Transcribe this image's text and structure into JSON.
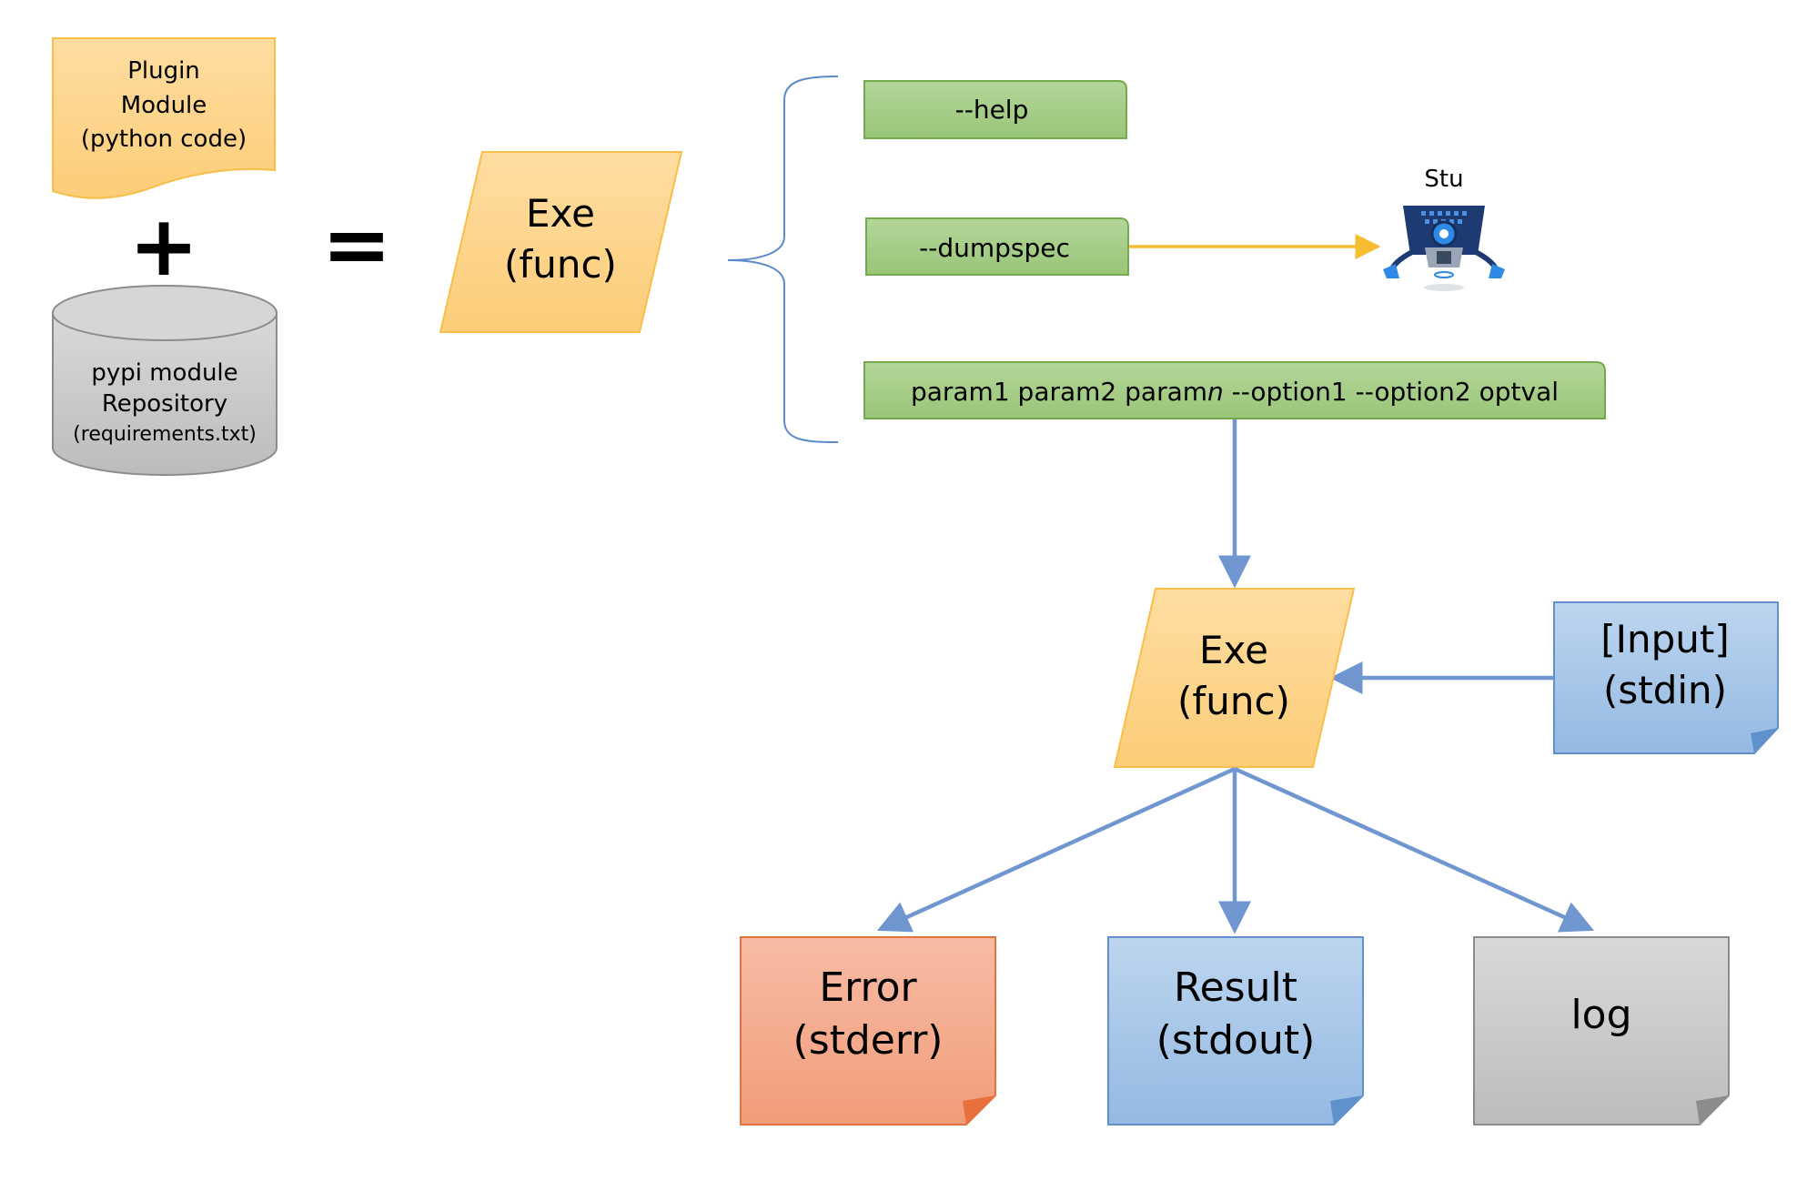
{
  "plugin_note": {
    "lines": [
      "Plugin",
      "Module",
      "(python code)"
    ]
  },
  "plus_sign": "+",
  "equals_sign": "=",
  "repository": {
    "line1": "pypi module",
    "line2": "Repository",
    "line3": "(requirements.txt)"
  },
  "exe_top": {
    "line1": "Exe",
    "line2": "(func)"
  },
  "options": {
    "help": "--help",
    "dumpspec": "--dumpspec",
    "params_prefix": "param1 param2 param",
    "params_italic": "n",
    "params_suffix": " --option1 --option2 optval"
  },
  "mascot": {
    "label": "Stu",
    "icon": "robot-mascot-icon"
  },
  "exe_main": {
    "line1": "Exe",
    "line2": "(func)"
  },
  "input_note": {
    "line1": "[Input]",
    "line2": "(stdin)"
  },
  "error_note": {
    "line1": "Error",
    "line2": "(stderr)"
  },
  "result_note": {
    "line1": "Result",
    "line2": "(stdout)"
  },
  "log_note": {
    "line1": "log"
  },
  "colors": {
    "orange_fill": "#fdd68f",
    "orange_stroke": "#f7bf4a",
    "green_fill": "#a6cd86",
    "green_stroke": "#73ab4c",
    "blue_fill": "#a7c6e8",
    "blue_stroke": "#5f92cc",
    "red_fill": "#f4ab8e",
    "red_stroke": "#e8703d",
    "gray_fill": "#cacaca",
    "gray_stroke": "#8c8c8c",
    "arrow_blue": "#6f96cf",
    "arrow_orange": "#f6bd33",
    "brace": "#5b8ac8"
  }
}
